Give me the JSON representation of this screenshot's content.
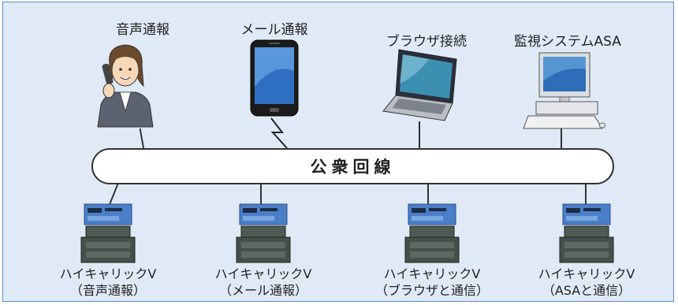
{
  "top_devices": [
    {
      "label": "音声通報",
      "icon": "phone-operator-icon"
    },
    {
      "label": "メール通報",
      "icon": "smartphone-icon"
    },
    {
      "label": "ブラウザ接続",
      "icon": "laptop-icon"
    },
    {
      "label": "監視システムASA",
      "icon": "desktop-computer-icon"
    }
  ],
  "network": {
    "label": "公衆回線"
  },
  "bottom_devices": [
    {
      "line1": "ハイキャリックV",
      "line2": "（音声通報）",
      "icon": "plc-unit-icon"
    },
    {
      "line1": "ハイキャリックV",
      "line2": "（メール通報）",
      "icon": "plc-unit-icon"
    },
    {
      "line1": "ハイキャリックV",
      "line2": "（ブラウザと通信）",
      "icon": "plc-unit-icon"
    },
    {
      "line1": "ハイキャリックV",
      "line2": "（ASAと通信）",
      "icon": "plc-unit-icon"
    }
  ],
  "colors": {
    "background": "#dfeaf6",
    "border": "#5a8cc2"
  }
}
